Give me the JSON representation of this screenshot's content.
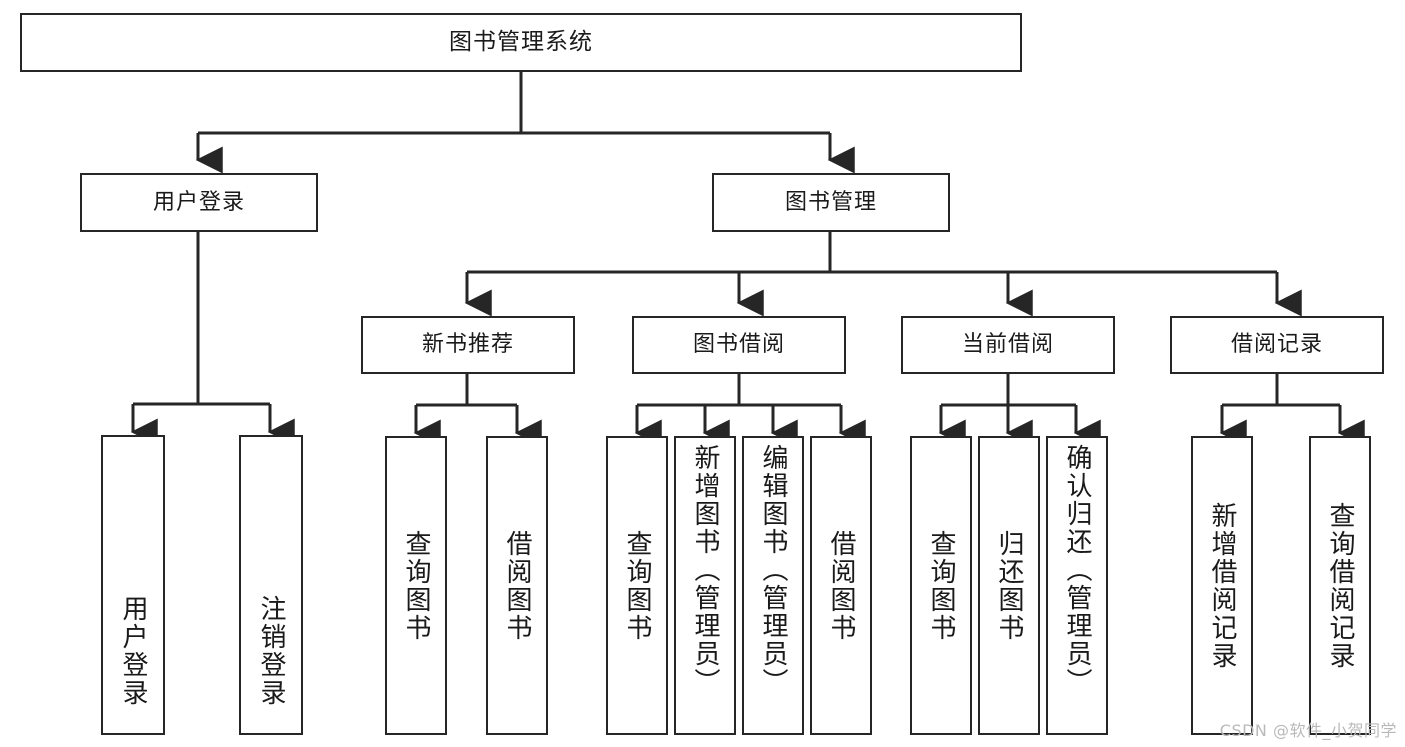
{
  "diagram": {
    "title_node": {
      "id": "root",
      "label": "图书管理系统"
    },
    "level2": [
      {
        "id": "login",
        "label": "用户登录"
      },
      {
        "id": "bookmgmt",
        "label": "图书管理"
      }
    ],
    "level3": [
      {
        "id": "newbook",
        "label": "新书推荐"
      },
      {
        "id": "borrow",
        "label": "图书借阅"
      },
      {
        "id": "current",
        "label": "当前借阅"
      },
      {
        "id": "records",
        "label": "借阅记录"
      }
    ],
    "leaves": {
      "login": [
        {
          "id": "leaf-user-login",
          "label": "用户登录"
        },
        {
          "id": "leaf-logout",
          "label": "注销登录"
        }
      ],
      "newbook": [
        {
          "id": "leaf-query-book-1",
          "label": "查询图书"
        },
        {
          "id": "leaf-borrow-book-1",
          "label": "借阅图书"
        }
      ],
      "borrow": [
        {
          "id": "leaf-query-book-2",
          "label": "查询图书"
        },
        {
          "id": "leaf-add-book",
          "label": "新增图书（管理员）"
        },
        {
          "id": "leaf-edit-book",
          "label": "编辑图书（管理员）"
        },
        {
          "id": "leaf-borrow-book-2",
          "label": "借阅图书"
        }
      ],
      "current": [
        {
          "id": "leaf-query-book-3",
          "label": "查询图书"
        },
        {
          "id": "leaf-return-book",
          "label": "归还图书"
        },
        {
          "id": "leaf-confirm-return",
          "label": "确认归还（管理员）"
        }
      ],
      "records": [
        {
          "id": "leaf-add-record",
          "label": "新增借阅记录"
        },
        {
          "id": "leaf-query-record",
          "label": "查询借阅记录"
        }
      ]
    },
    "colors": {
      "stroke": "#262626",
      "fill": "#ffffff",
      "text": "#1a1a1a",
      "watermark": "#b9b9b9"
    }
  },
  "watermark": {
    "text": "CSDN @软件_小贺同学"
  }
}
